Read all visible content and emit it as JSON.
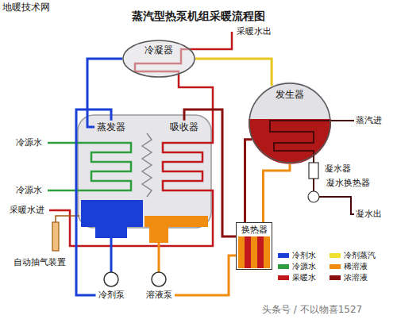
{
  "diagram": {
    "title": "蒸汽型热泵机组采暖流程图",
    "nodes": [
      {
        "text": [
          "冷凝器"
        ]
      },
      {
        "text": [
          "发生器"
        ]
      },
      {
        "text": [
          "蒸发器"
        ]
      },
      {
        "text": [
          "吸收器"
        ]
      },
      {
        "text": [
          "凝水器"
        ]
      },
      {
        "text": [
          "凝水换热器"
        ]
      },
      {
        "text": [
          "换热器"
        ]
      },
      {
        "text": [
          "自动抽气装置"
        ]
      },
      {
        "text": [
          "冷剂泵"
        ]
      },
      {
        "text": [
          "溶液泵"
        ]
      }
    ],
    "edges": [
      {
        "from": 1,
        "to": 0,
        "arrow": "none"
      },
      {
        "from": 0,
        "to": 2,
        "arrow": "none"
      },
      {
        "from": 8,
        "to": 2,
        "arrow": "none"
      },
      {
        "from": 9,
        "to": 6,
        "arrow": "none"
      },
      {
        "from": 6,
        "to": 1,
        "arrow": "none"
      },
      {
        "from": 1,
        "to": 6,
        "arrow": "none"
      },
      {
        "from": 6,
        "to": 3,
        "arrow": "none"
      }
    ],
    "labels": [
      "地暖技术网",
      "采暖水出",
      "蒸汽进",
      "冷源水",
      "冷源水",
      "凝水出",
      "采暖水进",
      "头条号 / 不以物喜1527"
    ],
    "legend": [
      {
        "text": "冷剂水",
        "color": "#1a3fd6"
      },
      {
        "text": "冷源水",
        "color": "#2e9e3e"
      },
      {
        "text": "采暖水",
        "color": "#c0181c"
      },
      {
        "text": "冷剂蒸汽",
        "color": "#f0e030"
      },
      {
        "text": "稀溶液",
        "color": "#f08c10"
      },
      {
        "text": "浓溶液",
        "color": "#8a1010"
      }
    ]
  }
}
